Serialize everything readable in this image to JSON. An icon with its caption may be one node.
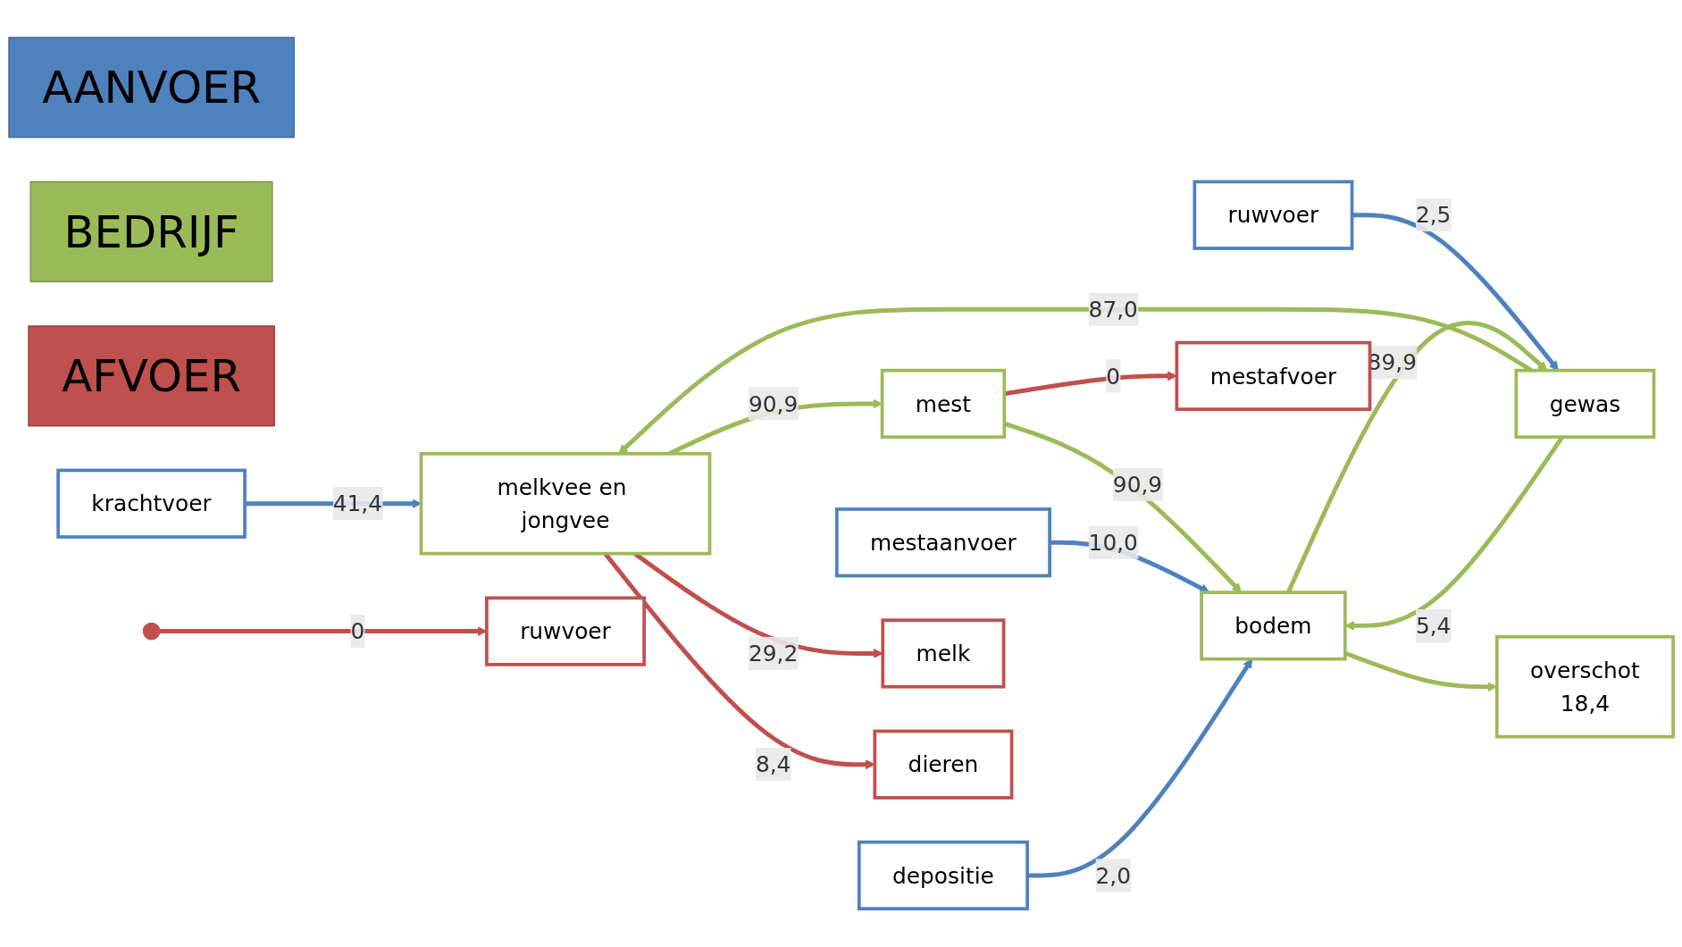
{
  "diagram": {
    "nodes": [
      {
        "text": [
          "AANVOER"
        ]
      },
      {
        "text": [
          "BEDRIJF"
        ]
      },
      {
        "text": [
          "AFVOER"
        ]
      },
      {
        "text": [
          "krachtvoer"
        ]
      },
      {
        "text": [
          "ruwvoer"
        ]
      },
      {
        "text": [
          "mestaanvoer"
        ]
      },
      {
        "text": [
          "depositie"
        ]
      },
      {
        "text": [
          "melkvee en jongvee"
        ]
      },
      {
        "text": [
          "gewas"
        ]
      },
      {
        "text": [
          "mest"
        ]
      },
      {
        "text": [
          "bodem"
        ]
      },
      {
        "text": [
          "overschot",
          "18,4"
        ]
      },
      {
        "text": [
          "melk"
        ]
      },
      {
        "text": [
          "dieren"
        ]
      },
      {
        "text": [
          "mestafvoer"
        ]
      },
      {
        "text": [
          "ruwvoer"
        ]
      }
    ],
    "edges": [
      {
        "from": 3,
        "to": 7,
        "arrow": "to",
        "label": "41,4",
        "color": "#4f81bd"
      },
      {
        "from": 4,
        "to": 8,
        "arrow": "to",
        "label": "2,5",
        "color": "#4f81bd"
      },
      {
        "from": 8,
        "to": 7,
        "arrow": "to",
        "label": "87,0"
      },
      {
        "from": 7,
        "to": 9,
        "arrow": "to",
        "label": "90,9"
      },
      {
        "from": 9,
        "to": 10,
        "arrow": "to",
        "label": "90,9"
      },
      {
        "from": 10,
        "to": 8,
        "arrow": "to",
        "label": "89,9"
      },
      {
        "from": 8,
        "to": 10,
        "arrow": "to",
        "label": "5,4"
      },
      {
        "from": 5,
        "to": 10,
        "arrow": "to",
        "label": "10,0",
        "color": "#4f81bd"
      },
      {
        "from": 6,
        "to": 10,
        "arrow": "to",
        "label": "2,0",
        "color": "#4f81bd"
      },
      {
        "from": 10,
        "to": 11,
        "arrow": "to"
      },
      {
        "from": 7,
        "to": 12,
        "arrow": "to",
        "label": "29,2",
        "color": "#c0504d"
      },
      {
        "from": 7,
        "to": 13,
        "arrow": "to",
        "label": "8,4",
        "color": "#c0504d"
      },
      {
        "from": 9,
        "to": 14,
        "arrow": "to",
        "label": "0",
        "color": "#c0504d"
      },
      {
        "from": null,
        "to": 15,
        "arrow": "to",
        "label": "0",
        "color": "#c0504d"
      }
    ]
  }
}
